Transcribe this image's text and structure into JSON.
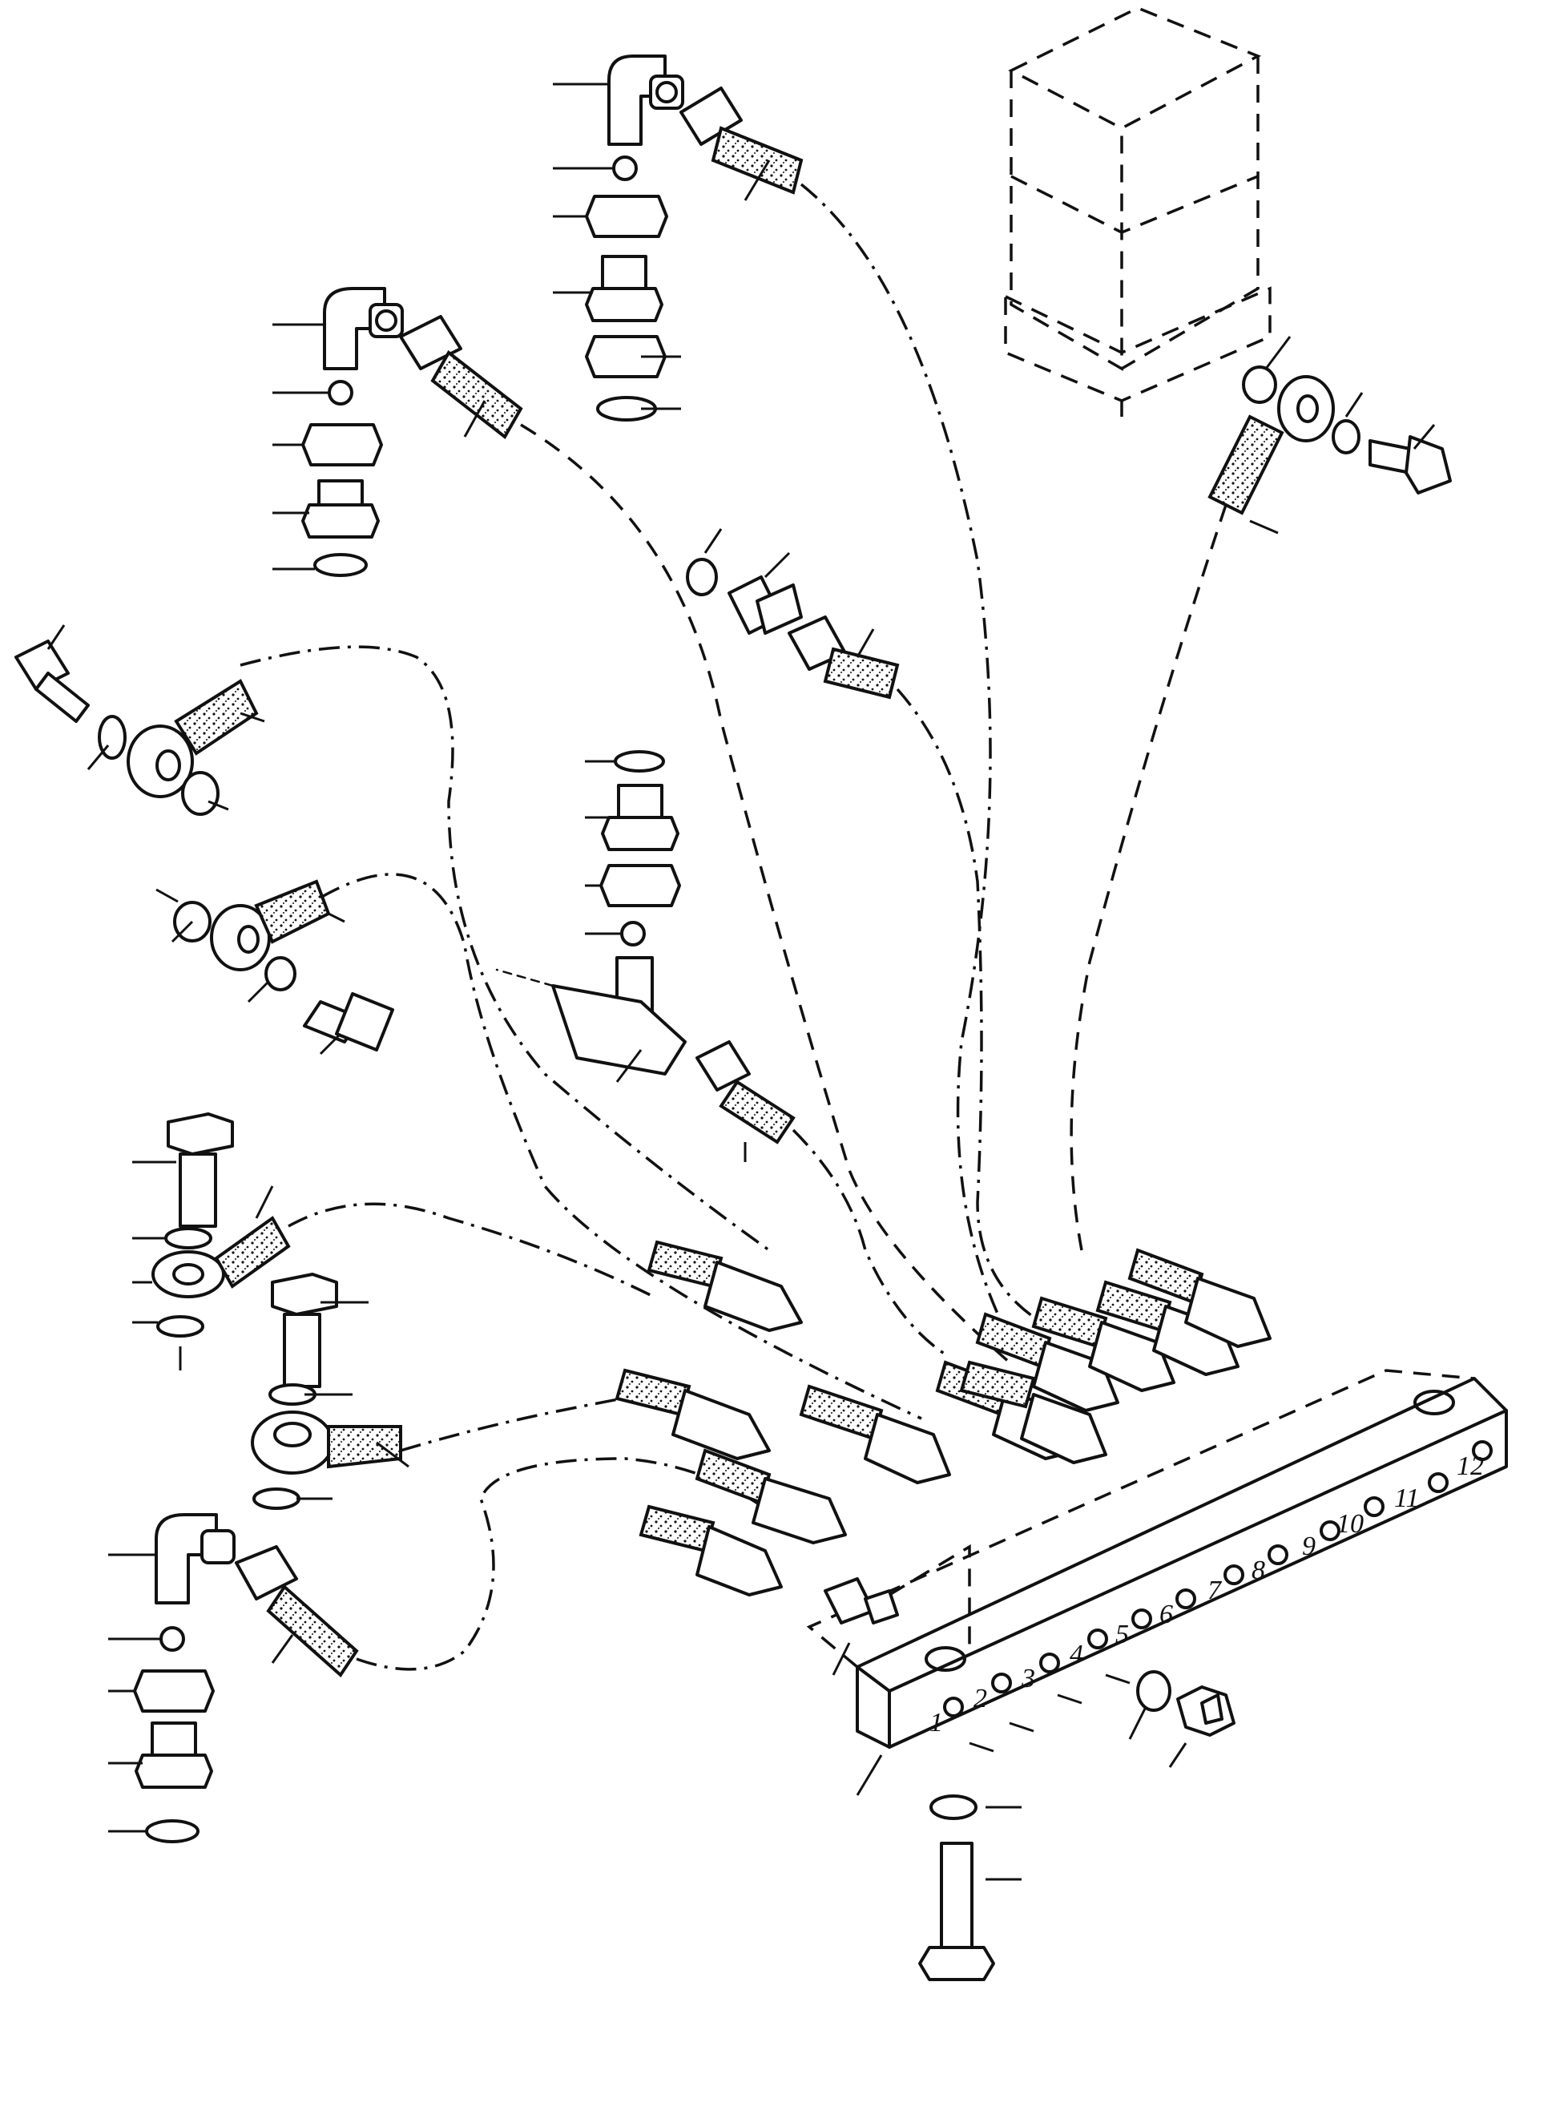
{
  "diagram": {
    "manifold_port_labels": [
      "1",
      "2",
      "3",
      "4",
      "5",
      "6",
      "7",
      "8",
      "9",
      "10",
      "11",
      "12"
    ]
  }
}
